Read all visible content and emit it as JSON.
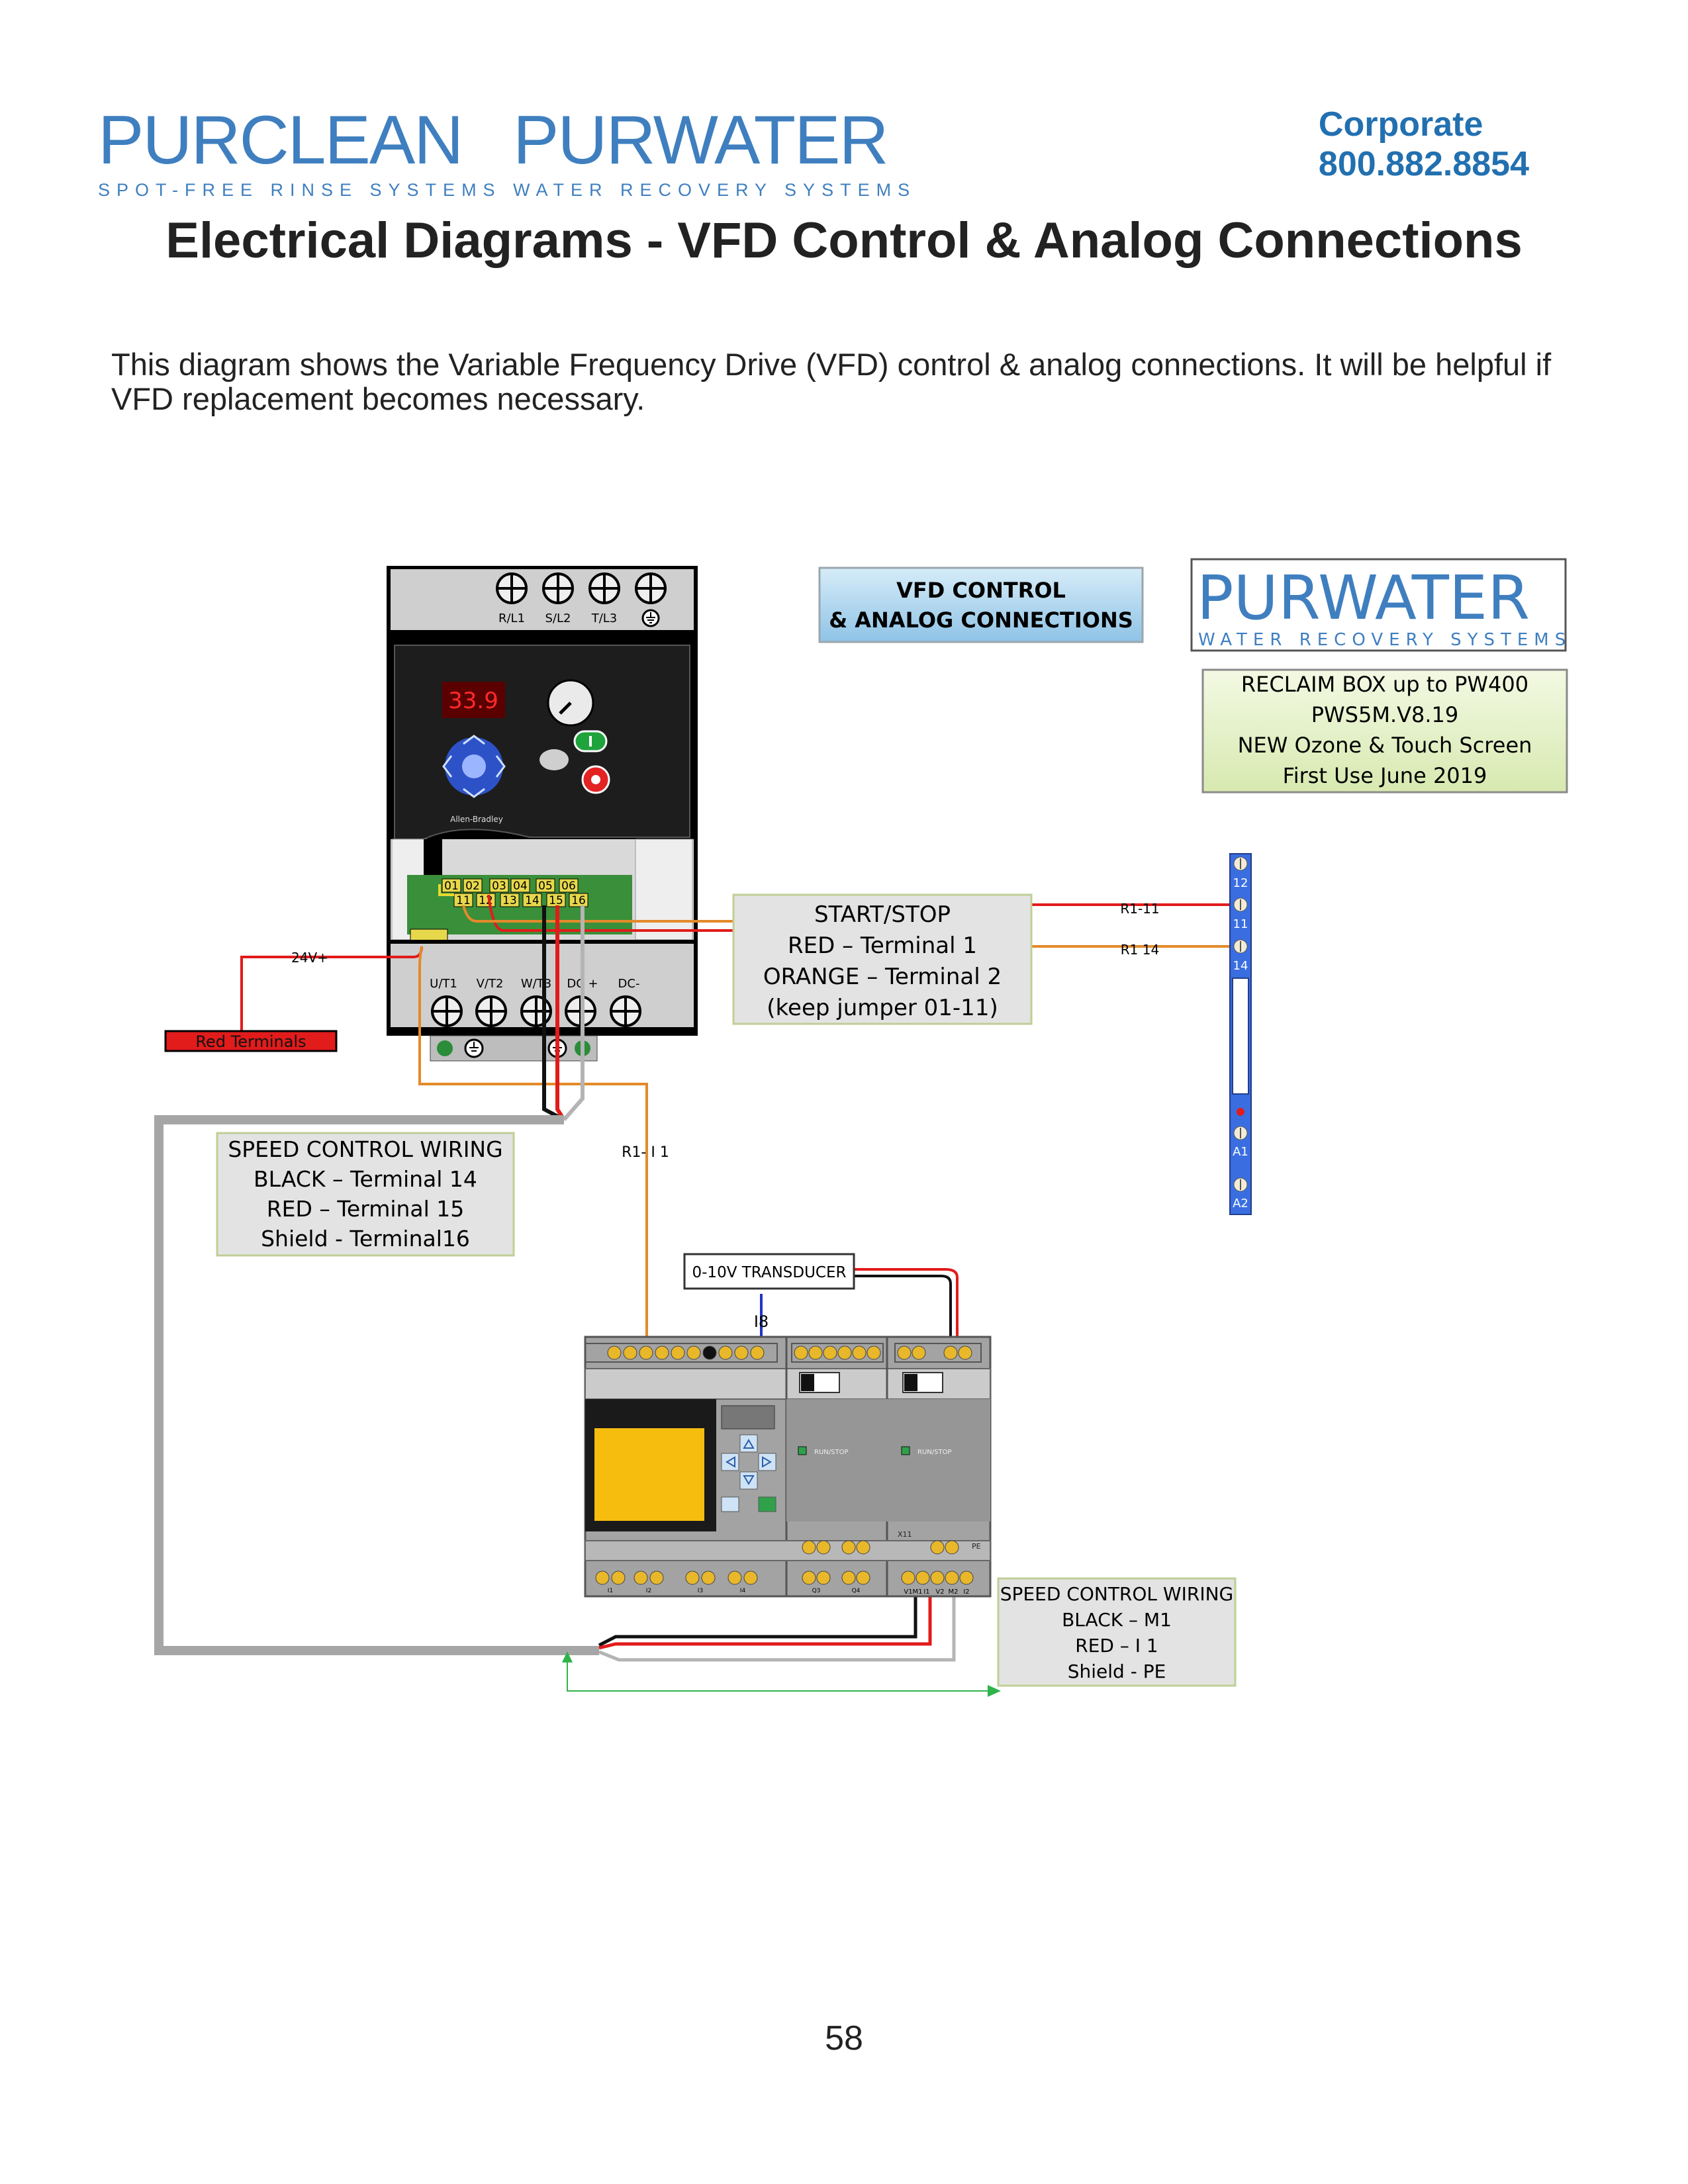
{
  "header": {
    "brand1": {
      "name": "PURCLEAN",
      "tagline": "SPOT-FREE RINSE SYSTEMS"
    },
    "brand2": {
      "name": "PURWATER",
      "tagline": "WATER RECOVERY SYSTEMS"
    },
    "corporate_label": "Corporate",
    "corporate_phone": "800.882.8854"
  },
  "title": "Electrical Diagrams - VFD Control & Analog Connections",
  "intro": "This diagram shows the Variable Frequency Drive (VFD) control & analog connections. It will be helpful if VFD replacement becomes necessary.",
  "diagram": {
    "vfd": {
      "input_labels": [
        "R/L1",
        "S/L2",
        "T/L3"
      ],
      "display_value": "33.9",
      "maker": "Allen-Bradley",
      "terminals_top": [
        "01",
        "02",
        "03",
        "04",
        "05",
        "06"
      ],
      "terminals_bottom": [
        "11",
        "12",
        "13",
        "14",
        "15",
        "16"
      ],
      "output_labels": [
        "U/T1",
        "V/T2",
        "W/T3",
        "DC +",
        "DC-"
      ]
    },
    "vfd_box": {
      "line1": "VFD CONTROL",
      "line2": "& ANALOG CONNECTIONS"
    },
    "logo": {
      "name": "PURWATER",
      "tagline": "WATER RECOVERY SYSTEMS"
    },
    "info_box": [
      "RECLAIM BOX up to PW400",
      "PWS5M.V8.19",
      "NEW Ozone & Touch Screen",
      "First Use June 2019"
    ],
    "start_stop": [
      "START/STOP",
      "RED – Terminal 1",
      "ORANGE – Terminal 2",
      "(keep jumper 01-11)"
    ],
    "speed_left": [
      "SPEED CONTROL WIRING",
      "BLACK – Terminal 14",
      "RED – Terminal 15",
      "Shield -  Terminal16"
    ],
    "speed_right": [
      "SPEED CONTROL WIRING",
      "BLACK – M1",
      "RED – I 1",
      "Shield -  PE"
    ],
    "labels": {
      "v24": "24V+",
      "red_terminals": "Red Terminals",
      "r1_11": "R1-11",
      "r1_14": "R1 14",
      "r1_i1": "R1- I 1",
      "transducer": "0-10V TRANSDUCER",
      "i8": "I8"
    },
    "relay_labels": [
      "12",
      "11",
      "14",
      "A1",
      "A2"
    ],
    "plc": {
      "runstop": "RUN/STOP",
      "bottom_labels": [
        "I1",
        "I2",
        "I3",
        "I4",
        "Q3",
        "Q4"
      ],
      "x11": "X11",
      "pe": "PE",
      "analog_labels": [
        "V1",
        "M1",
        "I1",
        "V2",
        "M2",
        "I2"
      ]
    }
  },
  "page_number": "58",
  "colors": {
    "brand_blue": "#3f7fbf",
    "corporate_blue": "#2270b0",
    "wire_red": "#e21b1b",
    "wire_orange": "#e38a2a",
    "wire_black": "#111111",
    "wire_grey": "#b4b4b4",
    "relay_blue": "#3a6ee0"
  }
}
